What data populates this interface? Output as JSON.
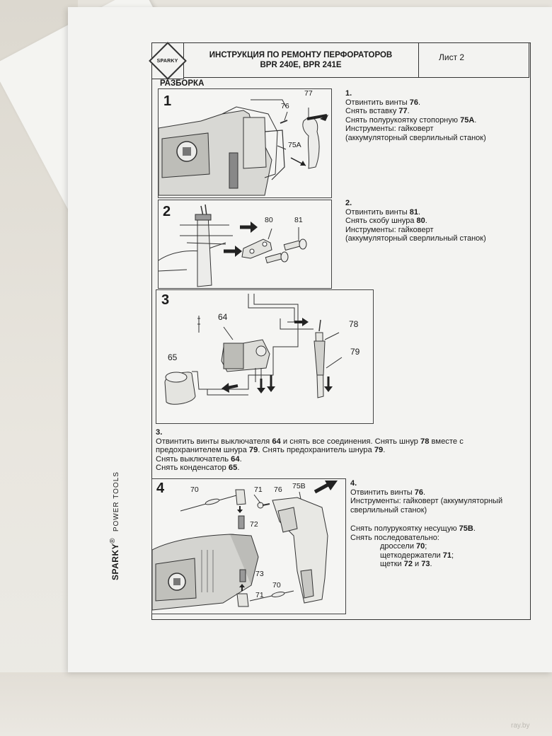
{
  "header": {
    "logo_text": "SPARKY",
    "title_line1": "ИНСТРУКЦИЯ ПО РЕМОНТУ ПЕРФОРАТОРОВ",
    "title_line2": "BPR 240E, BPR 241E",
    "sheet_label": "Лист 2"
  },
  "section_title": "РАЗБОРКА",
  "figures": [
    {
      "number": "1",
      "callouts": [
        "77",
        "76",
        "75A"
      ]
    },
    {
      "number": "2",
      "callouts": [
        "80",
        "81"
      ]
    },
    {
      "number": "3",
      "callouts": [
        "64",
        "78",
        "79",
        "65"
      ]
    },
    {
      "number": "4",
      "callouts": [
        "70",
        "71",
        "76",
        "75B",
        "72",
        "73",
        "71",
        "70"
      ]
    }
  ],
  "steps": {
    "s1": {
      "num": "1.",
      "l1": "Отвинтить винты ",
      "l1b": "76",
      "l1e": ".",
      "l2": "Снять вставку ",
      "l2b": "77",
      "l2e": ".",
      "l3": "Снять полурукоятку стопорную ",
      "l3b": "75А",
      "l3e": ".",
      "l4": "Инструменты: гайковерт",
      "l5": "(аккумуляторный сверлильный станок)"
    },
    "s2": {
      "num": "2.",
      "l1": "Отвинтить винты ",
      "l1b": "81",
      "l1e": ".",
      "l2": "Снять скобу шнура ",
      "l2b": "80",
      "l2e": ".",
      "l3": "Инструменты: гайковерт",
      "l4": "(аккумуляторный сверлильный станок)"
    },
    "s3": {
      "num": "3.",
      "l1a": "Отвинтить винты выключателя ",
      "l1b": "64",
      "l1c": " и снять все соединения. Снять шнур ",
      "l1d": "78",
      "l1e": " вместе с",
      "l2a": "предохранителем шнура ",
      "l2b": "79",
      "l2c": ". Снять предохранитель шнура ",
      "l2d": "79",
      "l2e": ".",
      "l3": "Снять выключатель ",
      "l3b": "64",
      "l3e": ".",
      "l4": "Снять конденсатор ",
      "l4b": "65",
      "l4e": "."
    },
    "s4": {
      "num": "4.",
      "l1": "Отвинтить винты ",
      "l1b": "76",
      "l1e": ".",
      "l2": "Инструменты: гайковерт (аккумуляторный",
      "l3": "сверлильный станок)",
      "l4": "Снять полурукоятку несущую ",
      "l4b": "75В",
      "l4e": ".",
      "l5": "Снять последовательно:",
      "l6": "дроссели ",
      "l6b": "70",
      "l6e": ";",
      "l7": "щеткодержатели ",
      "l7b": "71",
      "l7e": ";",
      "l8": "щетки ",
      "l8b": "72",
      "l8c": " и ",
      "l8d": "73",
      "l8e": "."
    }
  },
  "brand": {
    "name": "SPARKY",
    "reg": "®",
    "tagline": "POWER TOOLS"
  },
  "watermark": "ray.by",
  "colors": {
    "paper": "#f3f3f1",
    "ink": "#1a1a1a",
    "background": "#e6e3dc"
  }
}
